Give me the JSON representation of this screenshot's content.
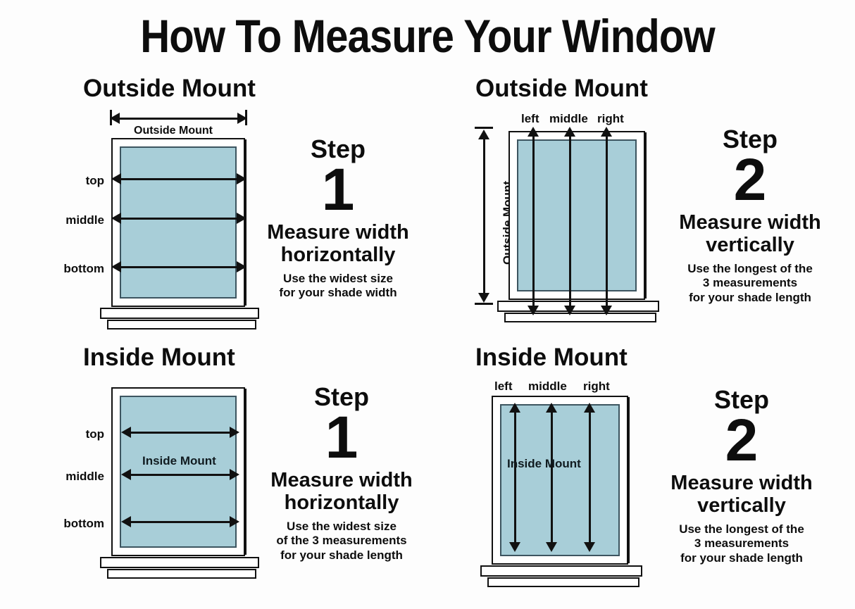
{
  "title": "How To Measure Your Window",
  "panels": {
    "top_left": {
      "heading": "Outside Mount",
      "dim_caption": "Outside Mount",
      "row_labels": [
        "top",
        "middle",
        "bottom"
      ],
      "step": {
        "word": "Step",
        "number": "1",
        "main_line1": "Measure width",
        "main_line2": "horizontally",
        "sub_line1": "Use the widest size",
        "sub_line2": "for your shade width",
        "sub_line3": ""
      }
    },
    "top_right": {
      "heading": "Outside Mount",
      "column_labels": [
        "left",
        "middle",
        "right"
      ],
      "column_labels_text": "left middle right",
      "dim_caption": "Outside Mount",
      "step": {
        "word": "Step",
        "number": "2",
        "main_line1": "Measure width",
        "main_line2": "vertically",
        "sub_line1": "Use the longest of the",
        "sub_line2": "3 measurements",
        "sub_line3": "for your shade length"
      }
    },
    "bottom_left": {
      "heading": "Inside Mount",
      "dim_caption": "Inside Mount",
      "row_labels": [
        "top",
        "middle",
        "bottom"
      ],
      "step": {
        "word": "Step",
        "number": "1",
        "main_line1": "Measure width",
        "main_line2": "horizontally",
        "sub_line1": "Use the widest size",
        "sub_line2": "of the 3 measurements",
        "sub_line3": "for your shade length"
      }
    },
    "bottom_right": {
      "heading": "Inside Mount",
      "column_labels": [
        "left",
        "middle",
        "right"
      ],
      "column_labels_text": "left  middle   right",
      "dim_caption": "Inside Mount",
      "step": {
        "word": "Step",
        "number": "2",
        "main_line1": "Measure width",
        "main_line2": "vertically",
        "sub_line1": "Use the longest of the",
        "sub_line2": "3 measurements",
        "sub_line3": "for your shade length"
      }
    }
  },
  "colors": {
    "glass": "#a8ced8",
    "glass_border": "#3d5560",
    "ink": "#111111",
    "frame": "#ffffff",
    "background": "#fdfdfd"
  }
}
